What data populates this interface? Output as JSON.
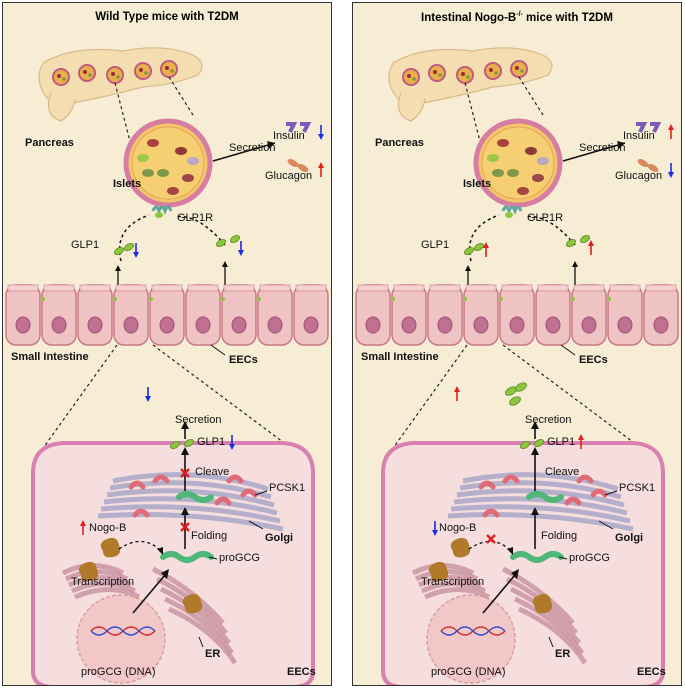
{
  "panels": [
    {
      "title": "Wild Type mice with T2DM",
      "title_sup": "",
      "labels": {
        "pancreas": "Pancreas",
        "islets": "Islets",
        "secretion_top": "Secretion",
        "insulin": "Insulin",
        "glucagon": "Glucagon",
        "glp1r": "GLP1R",
        "glp1": "GLP1",
        "small_intestine": "Small Intestine",
        "eecs_top": "EECs",
        "secretion": "Secretion",
        "glp1_cell": "GLP1",
        "cleave": "Cleave",
        "pcsk1": "PCSK1",
        "folding": "Folding",
        "golgi": "Golgi",
        "nogob": "Nogo-B",
        "progcg": "proGCG",
        "transcription": "Transcription",
        "progcg_dna": "proGCG (DNA)",
        "er": "ER",
        "eecs_bottom": "EECs"
      },
      "arrows": {
        "insulin": "down",
        "glucagon": "up",
        "glp1": "down",
        "glp1_right": "down",
        "secretion_cell": "down",
        "glp1_cell": "down",
        "nogob": "up"
      },
      "blocked": [
        "cleave",
        "folding"
      ],
      "nogob_blocked": false
    },
    {
      "title": "Intestinal Nogo-B",
      "title_sup": "-/-",
      "title_suffix": " mice with T2DM",
      "labels": {
        "pancreas": "Pancreas",
        "islets": "Islets",
        "secretion_top": "Secretion",
        "insulin": "Insulin",
        "glucagon": "Glucagon",
        "glp1r": "GLP1R",
        "glp1": "GLP1",
        "small_intestine": "Small Intestine",
        "eecs_top": "EECs",
        "secretion": "Secretion",
        "glp1_cell": "GLP1",
        "cleave": "Cleave",
        "pcsk1": "PCSK1",
        "folding": "Folding",
        "golgi": "Golgi",
        "nogob": "Nogo-B",
        "progcg": "proGCG",
        "transcription": "Transcription",
        "progcg_dna": "proGCG (DNA)",
        "er": "ER",
        "eecs_bottom": "EECs"
      },
      "arrows": {
        "insulin": "up",
        "glucagon": "down",
        "glp1": "up",
        "glp1_right": "up",
        "secretion_cell": "up",
        "glp1_cell": "up",
        "nogob": "down"
      },
      "blocked": [],
      "nogob_blocked": true
    }
  ],
  "colors": {
    "up": "#e02020",
    "down": "#1a2de0",
    "panel_bg": "#f7edd4",
    "cell_membrane": "#d880b0",
    "cell_fill": "#f6dede",
    "glp1": "#8cc63f",
    "nogob": "#b07a2a",
    "pcsk1": "#e06a78"
  }
}
